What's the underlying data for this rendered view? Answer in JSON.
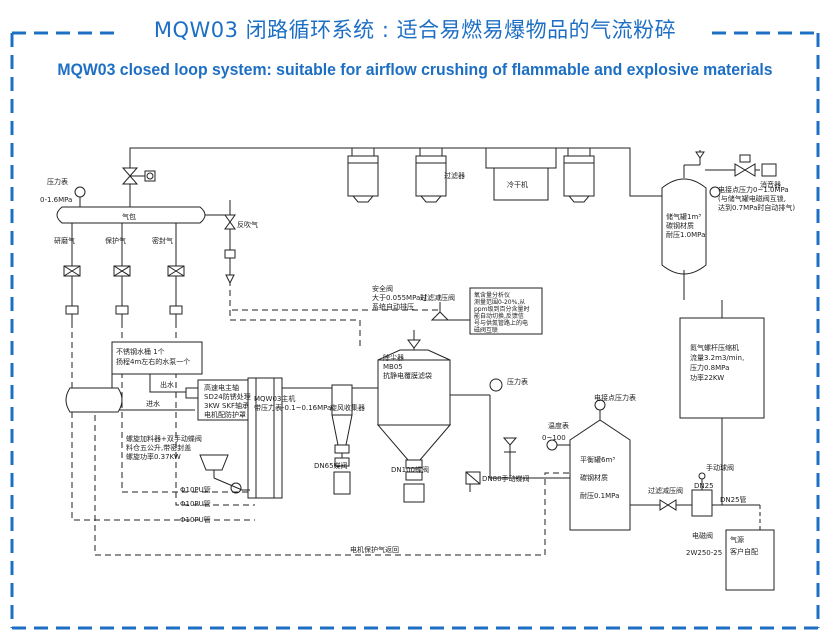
{
  "title_cn": "MQW03 闭路循环系统 : 适合易燃易爆物品的气流粉碎",
  "title_en": "MQW03 closed loop system: suitable for airflow crushing of flammable and explosive materials",
  "accent_color": "#1d6fc4",
  "labels": {
    "pressure_gauge_top": "压力表",
    "pressure_range_top": "0-1.6MPa",
    "gas_header": "气包",
    "grinding_gas": "研磨气",
    "protective_gas": "保护气",
    "sealing_gas": "密封气",
    "blowback_gas": "反吹气",
    "filter": "过滤器",
    "cooler": "冷干机",
    "muffler": "消音器",
    "contact_gauge_top_1": "电接点压力0~1.0MPa",
    "contact_gauge_top_2": "(与储气罐电磁阀互锁,",
    "contact_gauge_top_3": "达到0.7MPa时自动排气)",
    "storage_tank_1": "储气罐1m³",
    "storage_tank_2": "碳钢材质",
    "storage_tank_3": "耐压1.0MPa",
    "safety_valve_1": "安全阀",
    "safety_valve_2": "大于0.055MPa时",
    "safety_valve_3": "系统自动排压",
    "filter_pressure_valve": "过滤减压阀",
    "oxygen_analyzer_1": "氧含量分析仪",
    "oxygen_analyzer_2": "测量范围0-20%,从",
    "oxygen_analyzer_3": "ppm级到百分含量时",
    "oxygen_analyzer_4": "能自动切换,反馈信",
    "oxygen_analyzer_5": "号与供氮管路上的电",
    "oxygen_analyzer_6": "磁阀互联",
    "water_tank_1": "不锈钢水桶 1个",
    "water_tank_2": "扬程4m左右的水泵一个",
    "water_out": "出水",
    "water_in": "进水",
    "motor_1": "高速电主轴",
    "motor_2": "SD24防锈处理",
    "motor_3": "3KW SKF轴承",
    "motor_4": "电机配防护罩",
    "main_unit_1": "MQW03主机",
    "main_unit_2": "带压力表-0.1~0.16MPa",
    "cyclone": "旋风收集器",
    "dust_1": "除尘器",
    "dust_2": "MB05",
    "dust_3": "抗静电覆膜滤袋",
    "pressure_gauge_mid": "压力表",
    "feeder_1": "螺旋加料器+双手动蝶阀",
    "feeder_2": "料仓五公升,带密封盖",
    "feeder_3": "螺旋功率0.37KW",
    "dn65": "DN65蝶阀",
    "dn100": "DN100蝶阀",
    "dn80": "DN80手动蝶阀",
    "pipe_1": "Φ10PU管",
    "pipe_2": "Φ10PU管",
    "pipe_3": "Φ10PU管",
    "motor_gas_loop": "电机保护气返回",
    "thermometer": "温度表",
    "temp_range": "0~100",
    "contact_gauge_mid": "电接点压力表",
    "balance_1": "平衡罐6m³",
    "balance_2": "碳钢材质",
    "balance_3": "耐压0.1MPa",
    "nitrogen_1": "氮气螺杆压缩机",
    "nitrogen_2": "流量3.2m3/min,",
    "nitrogen_3": "压力0.8MPa",
    "nitrogen_4": "功率22KW",
    "manual_ball": "手动球阀",
    "dn25_a": "DN25",
    "dn25_b": "DN25管",
    "filter_pressure_valve_2": "过滤减压阀",
    "solenoid": "电磁阀",
    "solenoid_model": "2W250-25",
    "gas_source_1": "气源",
    "gas_source_2": "客户自配"
  }
}
